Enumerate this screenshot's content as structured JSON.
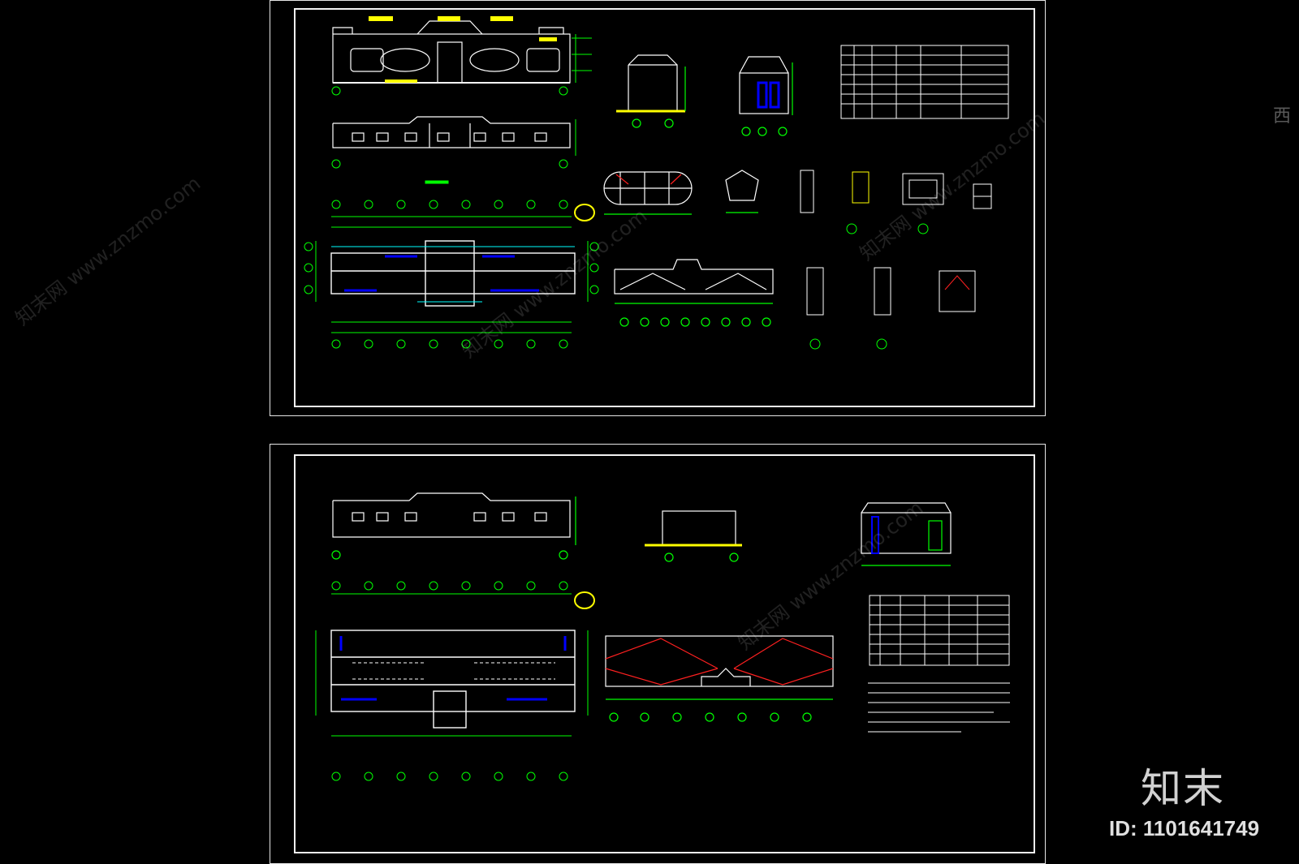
{
  "watermark": {
    "brand_cn": "知末",
    "id_text": "ID: 1101641749",
    "side_char": "西",
    "diagonal_text": "知末网 www.znzmo.com"
  },
  "colors": {
    "background": "#000000",
    "frame": "#f2f2f2",
    "line_white": "#ffffff",
    "dim_green": "#00ff00",
    "axis_green": "#00e000",
    "wall_blue": "#0000ff",
    "cyan": "#00ffff",
    "highlight_yellow": "#ffff00",
    "diagonal_red": "#ff2020"
  },
  "sheets": [
    {
      "id": "sheet-1",
      "drawings": [
        "elevation-front",
        "elevation-rear",
        "floor-plan",
        "section-1",
        "section-2",
        "window-detail-1",
        "window-detail-2",
        "wall-details",
        "roof-plan",
        "door-window-table"
      ]
    },
    {
      "id": "sheet-2",
      "drawings": [
        "elevation-rear",
        "section-small",
        "section-gate",
        "floor-plan",
        "roof-plan",
        "door-window-table",
        "design-notes"
      ]
    }
  ]
}
